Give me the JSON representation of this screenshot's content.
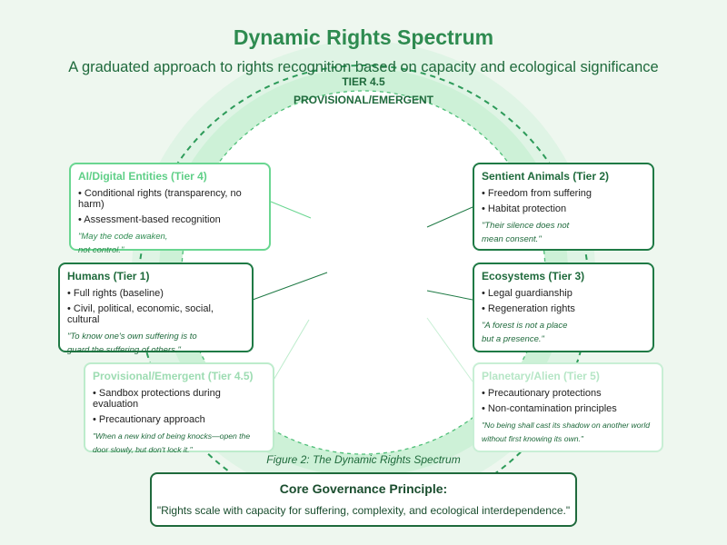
{
  "header": {
    "title": "Dynamic Rights Spectrum",
    "subtitle": "A graduated approach to rights recognition based on capacity and ecological significance",
    "tier_label_line1": "TIER 4.5",
    "tier_label_line2": "PROVISIONAL/EMERGENT"
  },
  "tiers": {
    "ai": {
      "title": "AI/Digital Entities (Tier 4)",
      "items": [
        "• Conditional rights (transparency, no harm)",
        "• Assessment-based recognition"
      ],
      "quote": [
        "\"May the code awaken,",
        "not control.\""
      ]
    },
    "humans": {
      "title": "Humans (Tier 1)",
      "items": [
        "• Full rights (baseline)",
        "• Civil, political, economic, social, cultural"
      ],
      "quote": [
        "\"To know one's own suffering is to",
        "guard the suffering of others.\""
      ]
    },
    "provisional": {
      "title": "Provisional/Emergent (Tier 4.5)",
      "items": [
        "• Sandbox protections during evaluation",
        "• Precautionary approach"
      ],
      "quote": [
        "\"When a new kind of being knocks—open the",
        "door slowly, but don't lock it.\""
      ]
    },
    "sentient": {
      "title": "Sentient Animals (Tier 2)",
      "items": [
        "• Freedom from suffering",
        "• Habitat protection"
      ],
      "quote": [
        "\"Their silence does not",
        "mean consent.\""
      ]
    },
    "ecosystems": {
      "title": "Ecosystems (Tier 3)",
      "items": [
        "• Legal guardianship",
        "• Regeneration rights"
      ],
      "quote": [
        "\"A forest is not a place",
        "but a presence.\""
      ]
    },
    "planetary": {
      "title": "Planetary/Alien (Tier 5)",
      "items": [
        "• Precautionary protections",
        "• Non-contamination principles"
      ],
      "quote": [
        "\"No being shall cast its shadow on another world",
        "without first knowing its own.\""
      ]
    }
  },
  "figure_caption": "Figure 2: The Dynamic Rights Spectrum",
  "core_principle": {
    "title": "Core Governance Principle:",
    "text": "\"Rights scale with capacity for suffering, complexity, and ecological interdependence.\""
  },
  "colors": {
    "background": "#eef7ef",
    "dark_green": "#1f6a3c",
    "tier1": "#1f7a45",
    "tier4": "#6ad691",
    "tier45": "#bdeccc",
    "tier5": "#c8efd5"
  }
}
